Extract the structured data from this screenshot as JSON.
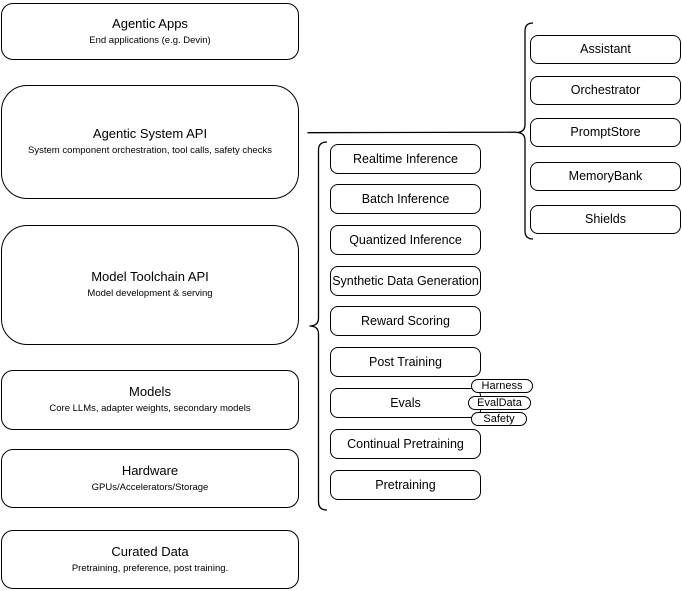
{
  "diagram": {
    "layers": [
      {
        "title": "Agentic Apps",
        "subtitle": "End applications (e.g. Devin)"
      },
      {
        "title": "Agentic System API",
        "subtitle": "System component orchestration, tool calls, safety checks"
      },
      {
        "title": "Model Toolchain API",
        "subtitle": "Model development & serving"
      },
      {
        "title": "Models",
        "subtitle": "Core LLMs, adapter weights, secondary models"
      },
      {
        "title": "Hardware",
        "subtitle": "GPUs/Accelerators/Storage"
      },
      {
        "title": "Curated Data",
        "subtitle": "Pretraining, preference, post training."
      }
    ],
    "toolchain_items": [
      {
        "label": "Realtime Inference"
      },
      {
        "label": "Batch Inference"
      },
      {
        "label": "Quantized Inference"
      },
      {
        "label": "Synthetic Data Generation"
      },
      {
        "label": "Reward Scoring"
      },
      {
        "label": "Post Training"
      },
      {
        "label": "Evals"
      },
      {
        "label": "Continual Pretraining"
      },
      {
        "label": "Pretraining"
      }
    ],
    "evals_tags": [
      {
        "label": "Harness"
      },
      {
        "label": "EvalData"
      },
      {
        "label": "Safety"
      }
    ],
    "system_items": [
      {
        "label": "Assistant"
      },
      {
        "label": "Orchestrator"
      },
      {
        "label": "PromptStore"
      },
      {
        "label": "MemoryBank"
      },
      {
        "label": "Shields"
      }
    ],
    "colors": {
      "stroke": "#000000",
      "fill": "#ffffff",
      "text": "#000000"
    }
  }
}
